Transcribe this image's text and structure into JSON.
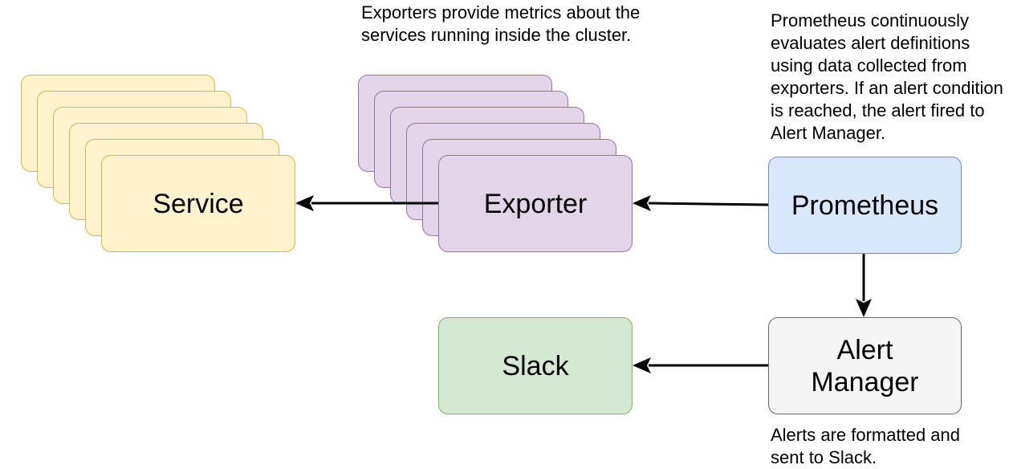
{
  "nodes": {
    "service": "Service",
    "exporter": "Exporter",
    "prometheus": "Prometheus",
    "alert_manager_line1": "Alert",
    "alert_manager_line2": "Manager",
    "slack": "Slack"
  },
  "notes": {
    "exporters": "Exporters provide metrics about the services running inside the cluster.",
    "prometheus": "Prometheus continuously evaluates alert definitions using data collected from exporters. If an alert condition is reached, the alert fired to Alert Manager.",
    "alerts": "Alerts are formatted and sent to Slack."
  },
  "colors": {
    "service_fill": "#fff2cc",
    "service_stroke": "#d6b656",
    "exporter_fill": "#e1d5e7",
    "exporter_stroke": "#9673a6",
    "prometheus_fill": "#dae8fc",
    "prometheus_stroke": "#6c8ebf",
    "slack_fill": "#d5e8d4",
    "slack_stroke": "#82b366",
    "alert_manager_fill": "#f5f5f5",
    "alert_manager_stroke": "#666666",
    "arrow": "#000000"
  },
  "edges": [
    {
      "from": "exporter",
      "to": "service"
    },
    {
      "from": "prometheus",
      "to": "exporter"
    },
    {
      "from": "prometheus",
      "to": "alert-manager"
    },
    {
      "from": "alert-manager",
      "to": "slack"
    }
  ]
}
